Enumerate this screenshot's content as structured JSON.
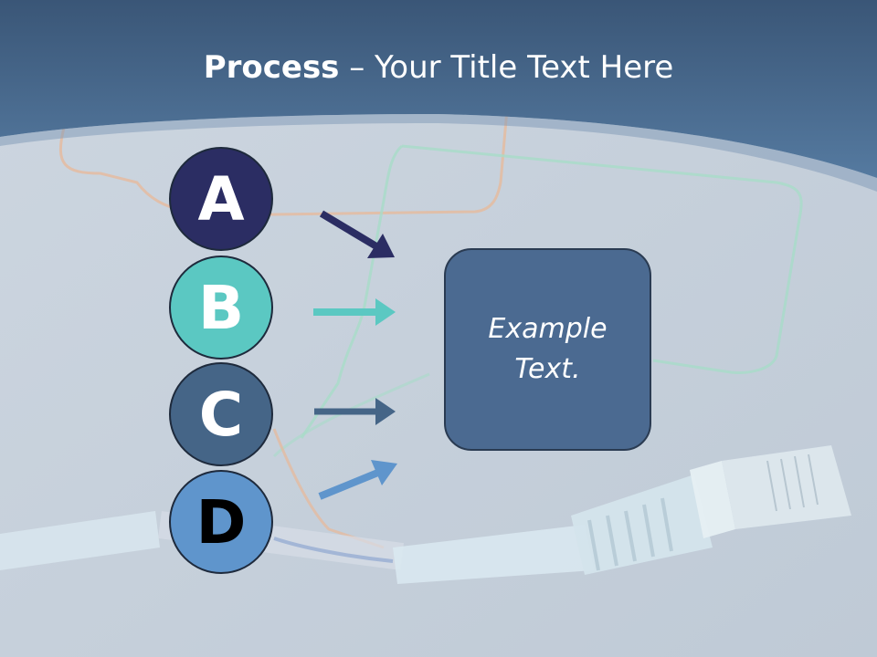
{
  "title": {
    "bold": "Process",
    "rest": " – Your Title Text Here"
  },
  "steps": [
    {
      "letter": "A",
      "color": "#2b2d63",
      "text_color": "#ffffff"
    },
    {
      "letter": "B",
      "color": "#5bc8c2",
      "text_color": "#ffffff"
    },
    {
      "letter": "C",
      "color": "#456587",
      "text_color": "#ffffff"
    },
    {
      "letter": "D",
      "color": "#5f95cc",
      "text_color": "#000000"
    }
  ],
  "box": {
    "text": "Example Text.",
    "color": "#4b6a91"
  },
  "colors": {
    "header_top": "#3b5877",
    "header_bottom": "#51759a",
    "background": "#c9d3de"
  }
}
